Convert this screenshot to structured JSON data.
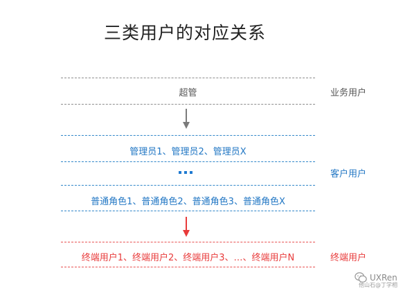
{
  "title": "三类用户的对应关系",
  "bands": {
    "super": "超管",
    "admins": "管理员1、管理员2、管理员X",
    "roles": "普通角色1、普通角色2、普通角色3、普通角色X",
    "end_users": "终端用户1、终端用户2、终端用户3、…、终端用户N"
  },
  "side_labels": {
    "business": "业务用户",
    "customer": "客户用户",
    "terminal": "终端用户"
  },
  "ellipsis_icon": "blue-dots-icon",
  "arrows": [
    {
      "name": "down-arrow-icon",
      "color": "#7a7a7a"
    },
    {
      "name": "down-arrow-icon",
      "color": "#e83a3a"
    }
  ],
  "watermark": {
    "brand": "UXRen",
    "sub": "他山石@丁学相",
    "logo_icon": "wechat-icon"
  },
  "colors": {
    "gray": "#8c8c8c",
    "blue": "#2f86c9",
    "red": "#e85050"
  }
}
